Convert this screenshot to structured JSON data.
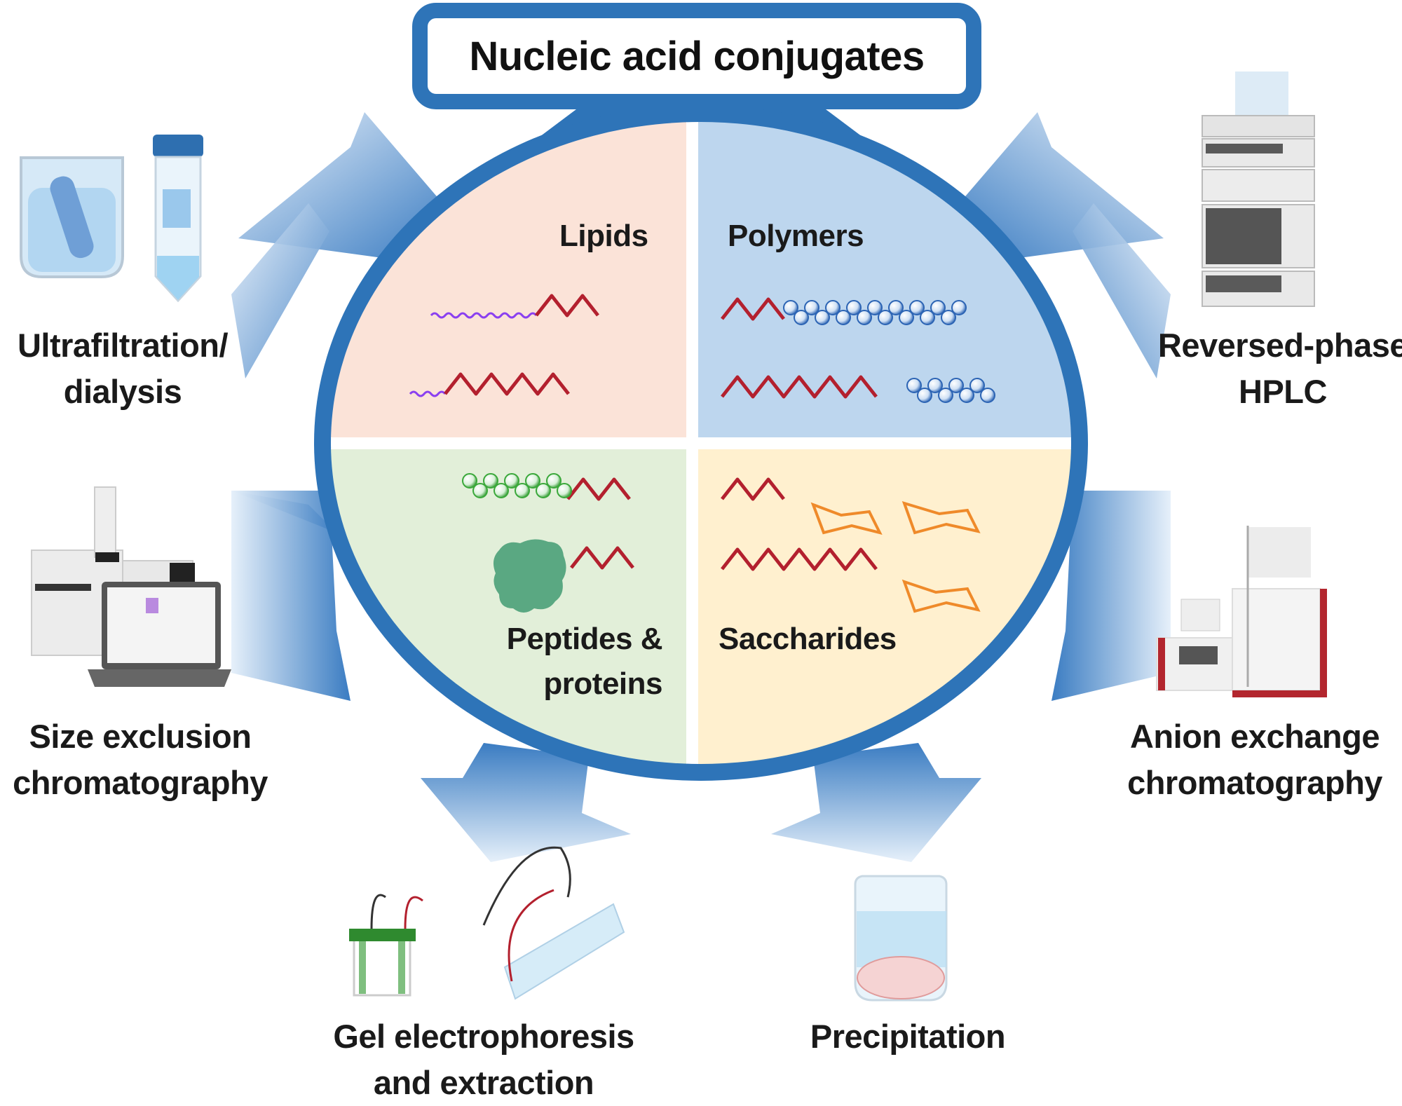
{
  "title": "Nucleic acid conjugates",
  "colors": {
    "ring": "#2e74b8",
    "arrow_dark": "#3f7fc2",
    "arrow_light": "#e3eefa",
    "lipids_bg": "#fbe3d8",
    "polymers_bg": "#bdd6ee",
    "peptides_bg": "#e2efd9",
    "saccharides_bg": "#fff0cf",
    "nucleic_acid_strand": "#b3202e",
    "lipid_chain": "#8a3ff0",
    "polymer_bead": "#2c64b4",
    "peptide_bead": "#3aa83a",
    "protein_blob": "#5aa882",
    "saccharide_ring": "#ef8a2a"
  },
  "conjugate_classes": [
    {
      "id": "lipids",
      "label": "Lipids"
    },
    {
      "id": "polymers",
      "label": "Polymers"
    },
    {
      "id": "peptides",
      "label_line1": "Peptides &",
      "label_line2": "proteins"
    },
    {
      "id": "saccharides",
      "label": "Saccharides"
    }
  ],
  "methods": [
    {
      "id": "ultrafiltration",
      "line1": "Ultrafiltration/",
      "line2": "dialysis",
      "icon": "beaker-and-centrifuge-tube-icon"
    },
    {
      "id": "rp-hplc",
      "line1": "Reversed-phase",
      "line2": "HPLC",
      "icon": "hplc-instrument-icon"
    },
    {
      "id": "sec",
      "line1": "Size exclusion",
      "line2": "chromatography",
      "icon": "chromatography-system-laptop-icon"
    },
    {
      "id": "aex",
      "line1": "Anion exchange",
      "line2": "chromatography",
      "icon": "fplc-system-icon"
    },
    {
      "id": "gel",
      "line1": "Gel electrophoresis",
      "line2": "and extraction",
      "icon": "gel-electrophoresis-icon"
    },
    {
      "id": "precipitation",
      "line1": "Precipitation",
      "icon": "precipitation-tube-icon"
    }
  ]
}
